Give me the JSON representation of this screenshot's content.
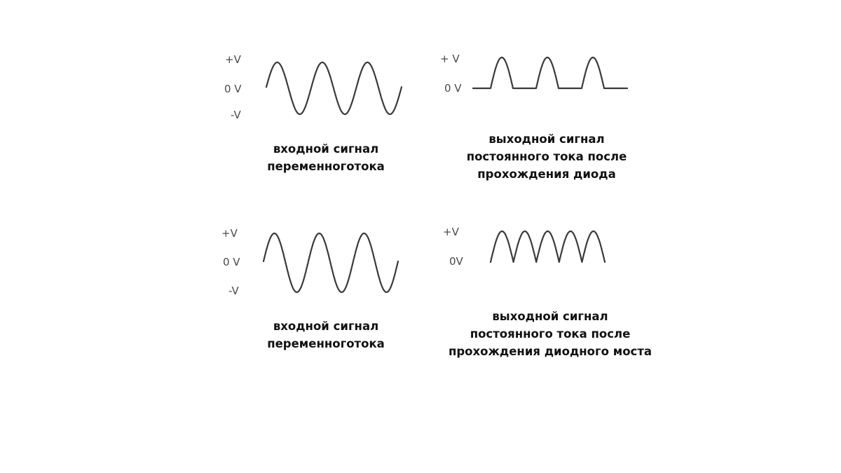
{
  "panels": [
    {
      "id": "ac-input-1",
      "axis_labels": {
        "pos": "+V",
        "zero": "0 V",
        "neg": "-V"
      },
      "waveform": "sine",
      "cycles": 3,
      "caption": [
        "входной сигнал",
        "переменноготока"
      ]
    },
    {
      "id": "half-wave-output",
      "axis_labels": {
        "pos": "+ V",
        "zero": "0 V"
      },
      "waveform": "half-wave-rectified",
      "humps": 3,
      "caption": [
        "выходной сигнал",
        "постоянного тока после",
        "прохождения диода"
      ]
    },
    {
      "id": "ac-input-2",
      "axis_labels": {
        "pos": "+V",
        "zero": "0 V",
        "neg": "-V"
      },
      "waveform": "sine",
      "cycles": 3,
      "caption": [
        "входной сигнал",
        "переменноготока"
      ]
    },
    {
      "id": "full-wave-output",
      "axis_labels": {
        "pos": "+V",
        "zero": "0V"
      },
      "waveform": "full-wave-rectified",
      "humps": 5,
      "caption": [
        "выходной сигнал",
        "постоянного тока после",
        "прохождения диодного моста"
      ]
    }
  ],
  "colors": {
    "background": "#ffffff",
    "wave": "#3a3a3a",
    "axis_text": "#4a4a4a",
    "caption_text": "#111111"
  }
}
